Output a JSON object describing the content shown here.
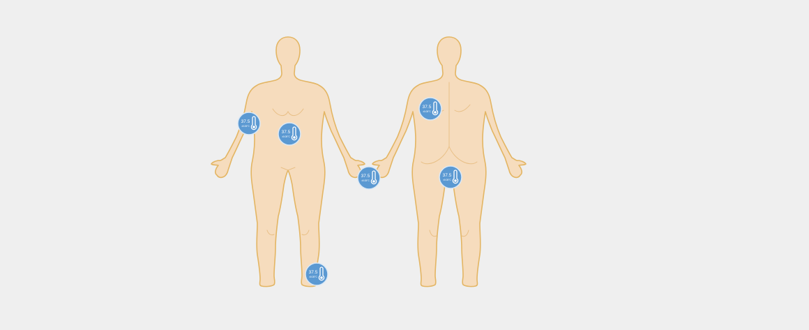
{
  "colors": {
    "background": "#efefef",
    "skin_fill": "#f6dcbd",
    "skin_stroke": "#e3b563",
    "sensor_fill": "#5b99d2",
    "sensor_ring": "#dbe9f6",
    "sensor_text": "#ffffff"
  },
  "figures": [
    {
      "view": "front"
    },
    {
      "view": "back"
    }
  ],
  "sensors": [
    {
      "location": "front-upper-arm",
      "temperature": "37.5",
      "precision": "±0.05°C",
      "icon": "thermometer-icon"
    },
    {
      "location": "front-abdomen",
      "temperature": "37.5",
      "precision": "±0.05°C",
      "icon": "thermometer-icon"
    },
    {
      "location": "front-ankle",
      "temperature": "37.5",
      "precision": "±0.05°C",
      "icon": "thermometer-icon"
    },
    {
      "location": "between-hands",
      "temperature": "37.5",
      "precision": "±0.05°C",
      "icon": "thermometer-icon"
    },
    {
      "location": "back-shoulder-blade",
      "temperature": "37.5",
      "precision": "±0.05°C",
      "icon": "thermometer-icon"
    },
    {
      "location": "back-buttock",
      "temperature": "37.5",
      "precision": "±0.05°C",
      "icon": "thermometer-icon"
    }
  ]
}
